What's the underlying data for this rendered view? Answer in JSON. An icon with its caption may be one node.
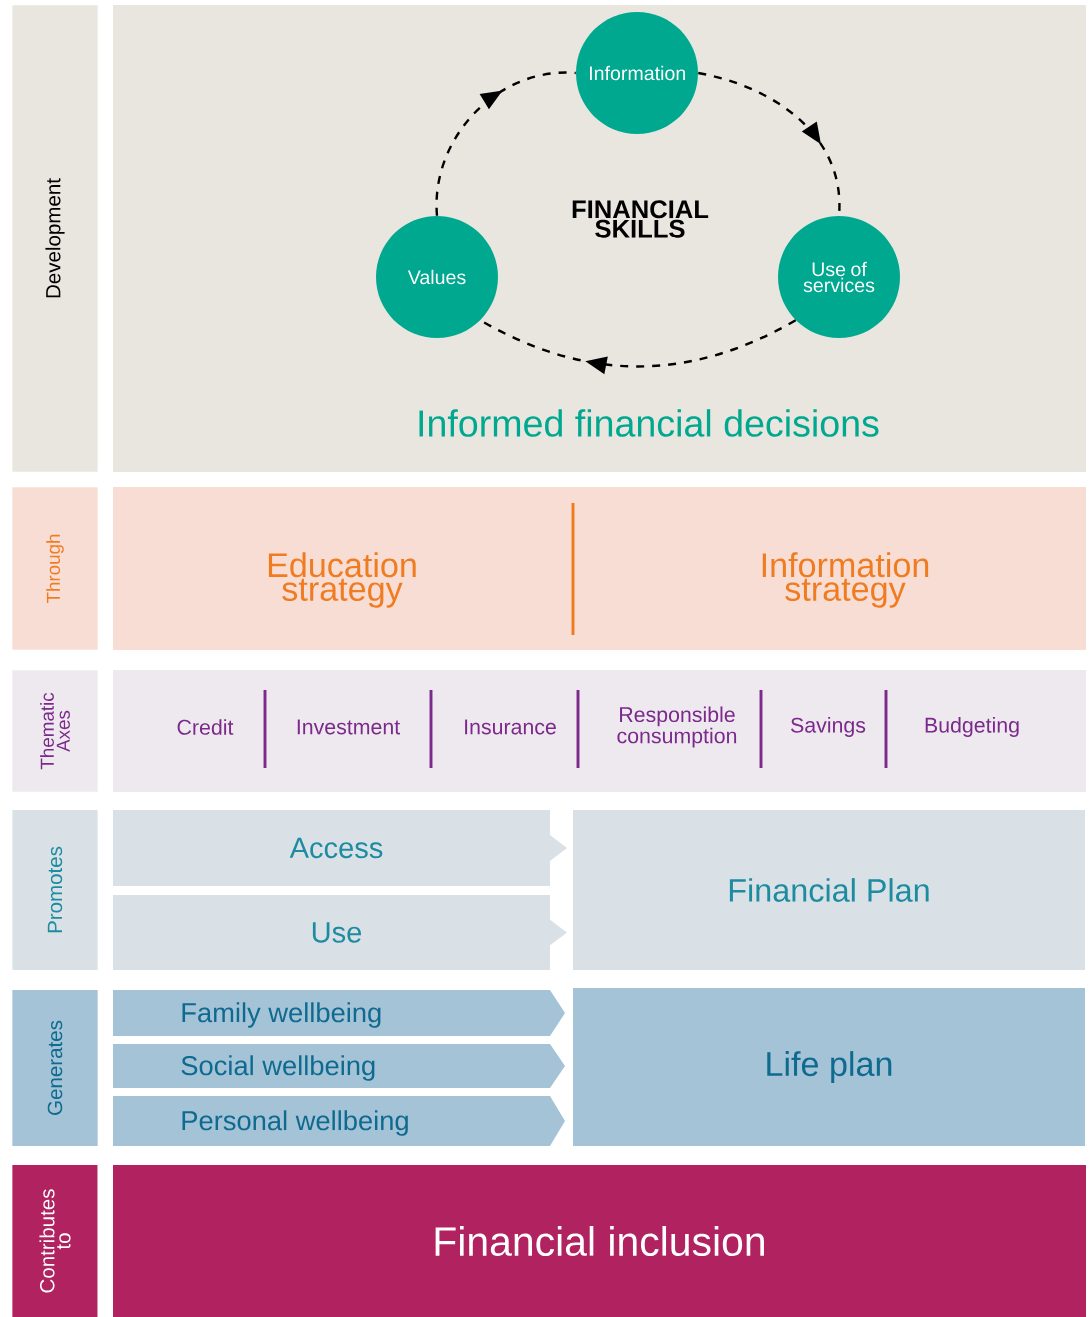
{
  "diagram": {
    "nodes": [
      {
        "text": [
          "Development"
        ]
      },
      {
        "text": [
          "FINANCIAL SKILLS",
          "Informed financial decisions"
        ]
      },
      {
        "text": [
          "Information"
        ],
        "in": 1
      },
      {
        "text": [
          "Use of services"
        ],
        "in": 1
      },
      {
        "text": [
          "Values"
        ],
        "in": 1
      },
      {
        "text": [
          "Through"
        ]
      },
      {
        "text": [],
        "shape": "box"
      },
      {
        "text": [
          "Education strategy"
        ],
        "in": 6
      },
      {
        "text": [
          "Information strategy"
        ],
        "in": 6
      },
      {
        "text": [
          "Thematic Axes"
        ]
      },
      {
        "text": [],
        "shape": "box"
      },
      {
        "text": [
          "Credit"
        ],
        "in": 10
      },
      {
        "text": [
          "Investment"
        ],
        "in": 10
      },
      {
        "text": [
          "Insurance"
        ],
        "in": 10
      },
      {
        "text": [
          "Responsible consumption"
        ],
        "in": 10
      },
      {
        "text": [
          "Savings"
        ],
        "in": 10
      },
      {
        "text": [
          "Budgeting"
        ],
        "in": 10
      },
      {
        "text": [
          "Promotes"
        ]
      },
      {
        "text": [
          "Access"
        ]
      },
      {
        "text": [
          "Use"
        ]
      },
      {
        "text": [
          "Financial Plan"
        ]
      },
      {
        "text": [
          "Generates"
        ]
      },
      {
        "text": [
          "Family wellbeing"
        ]
      },
      {
        "text": [
          "Social wellbeing"
        ]
      },
      {
        "text": [
          "Personal wellbeing"
        ]
      },
      {
        "text": [
          "Life plan"
        ]
      },
      {
        "text": [
          "Contributes to"
        ]
      },
      {
        "text": [
          "Financial inclusion"
        ]
      }
    ],
    "edges": [
      {
        "from": 2,
        "to": 3,
        "arrow": "to",
        "style": "dashed"
      },
      {
        "from": 3,
        "to": 4,
        "arrow": "to",
        "style": "dashed"
      },
      {
        "from": 4,
        "to": 2,
        "arrow": "to",
        "style": "dashed"
      }
    ]
  }
}
